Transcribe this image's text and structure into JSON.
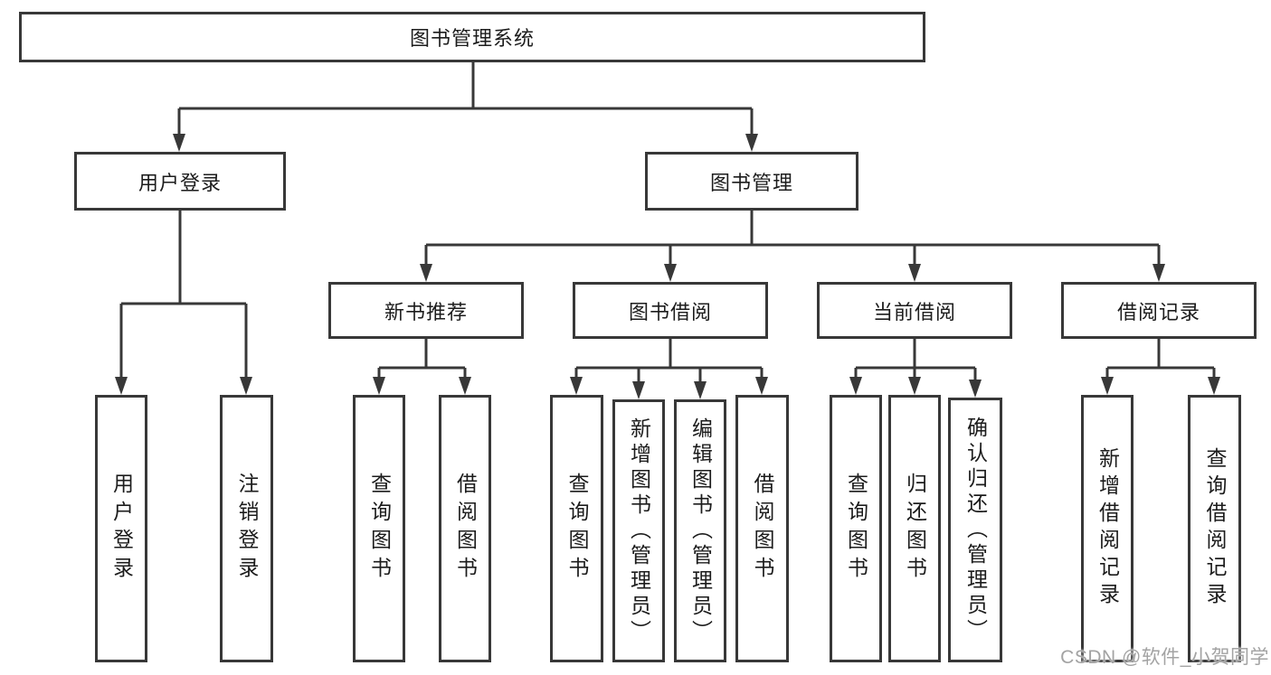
{
  "colors": {
    "line": "#383838",
    "box_border": "#383838",
    "box_background": "#ffffff",
    "text": "#1c1c1c",
    "watermark": "#a3a3a3",
    "background": "#ffffff"
  },
  "diagram_type": "hierarchy-tree",
  "root": {
    "label": "图书管理系统"
  },
  "branches": [
    {
      "label": "用户登录",
      "children": [
        {
          "label": "用户登录"
        },
        {
          "label": "注销登录"
        }
      ]
    },
    {
      "label": "图书管理",
      "children": [
        {
          "label": "新书推荐",
          "children": [
            {
              "label": "查询图书"
            },
            {
              "label": "借阅图书"
            }
          ]
        },
        {
          "label": "图书借阅",
          "children": [
            {
              "label": "查询图书"
            },
            {
              "label": "新增图书（管理员）"
            },
            {
              "label": "编辑图书（管理员）"
            },
            {
              "label": "借阅图书"
            }
          ]
        },
        {
          "label": "当前借阅",
          "children": [
            {
              "label": "查询图书"
            },
            {
              "label": "归还图书"
            },
            {
              "label": "确认归还（管理员）"
            }
          ]
        },
        {
          "label": "借阅记录",
          "children": [
            {
              "label": "新增借阅记录"
            },
            {
              "label": "查询借阅记录"
            }
          ]
        }
      ]
    }
  ],
  "watermark": {
    "text": "CSDN @软件_小贺同学"
  }
}
